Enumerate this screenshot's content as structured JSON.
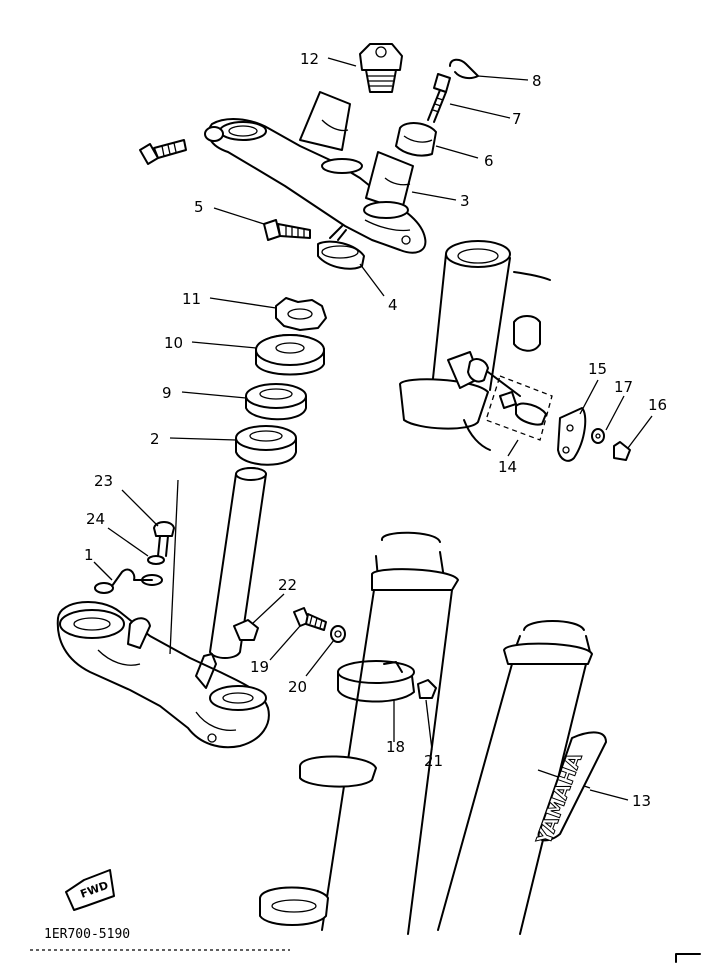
{
  "diagram_code": "1ER700-5190",
  "fwd_label": "FWD",
  "brand_text": "YAMAHA",
  "callouts": [
    {
      "id": "c12",
      "text": "12"
    },
    {
      "id": "c8",
      "text": "8"
    },
    {
      "id": "c7",
      "text": "7"
    },
    {
      "id": "c6",
      "text": "6"
    },
    {
      "id": "c3",
      "text": "3"
    },
    {
      "id": "c5",
      "text": "5"
    },
    {
      "id": "c4",
      "text": "4"
    },
    {
      "id": "c11",
      "text": "11"
    },
    {
      "id": "c10",
      "text": "10"
    },
    {
      "id": "c9",
      "text": "9"
    },
    {
      "id": "c2",
      "text": "2"
    },
    {
      "id": "c15",
      "text": "15"
    },
    {
      "id": "c17",
      "text": "17"
    },
    {
      "id": "c16",
      "text": "16"
    },
    {
      "id": "c14",
      "text": "14"
    },
    {
      "id": "c23",
      "text": "23"
    },
    {
      "id": "c24",
      "text": "24"
    },
    {
      "id": "c1",
      "text": "1"
    },
    {
      "id": "c22",
      "text": "22"
    },
    {
      "id": "c19",
      "text": "19"
    },
    {
      "id": "c20",
      "text": "20"
    },
    {
      "id": "c18",
      "text": "18"
    },
    {
      "id": "c21",
      "text": "21"
    },
    {
      "id": "c13",
      "text": "13"
    }
  ]
}
